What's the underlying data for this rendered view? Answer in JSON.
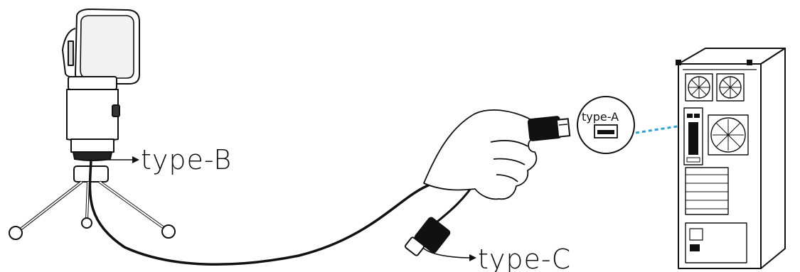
{
  "labels": {
    "type_b": "type-B",
    "type_a": "type-A",
    "type_c": "type-C"
  },
  "icons": [
    "microphone-icon",
    "tripod-icon",
    "usb-cable-icon",
    "hand-icon",
    "usb-a-port-icon",
    "pc-tower-icon",
    "fan-icon"
  ],
  "colors": {
    "line": "#111111",
    "connection_dash": "#2ea3d8",
    "background": "#ffffff"
  }
}
